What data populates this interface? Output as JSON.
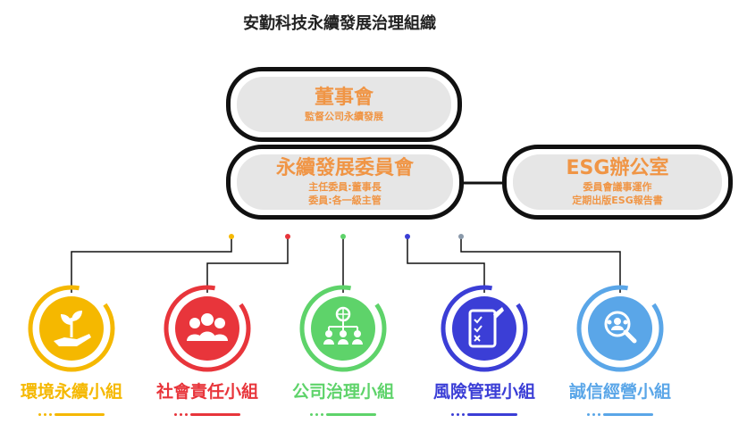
{
  "title": "安勤科技永續發展治理組織",
  "board": {
    "title": "董事會",
    "subtitle": "監督公司永續發展"
  },
  "committee": {
    "title": "永續發展委員會",
    "line1": "主任委員:董事長",
    "line2": "委員:各一級主管"
  },
  "esg_office": {
    "title": "ESG辦公室",
    "line1": "委員會議事運作",
    "line2": "定期出版ESG報告書"
  },
  "groups": [
    {
      "label": "環境永續小組",
      "color": "#f5b800",
      "icon": "plant-in-hand-icon"
    },
    {
      "label": "社會責任小組",
      "color": "#e8353b",
      "icon": "people-group-icon"
    },
    {
      "label": "公司治理小組",
      "color": "#5ed36a",
      "icon": "org-network-icon"
    },
    {
      "label": "風險管理小組",
      "color": "#3b3ed6",
      "icon": "checklist-icon"
    },
    {
      "label": "誠信經營小組",
      "color": "#5aa6e8",
      "icon": "people-search-icon"
    }
  ]
}
